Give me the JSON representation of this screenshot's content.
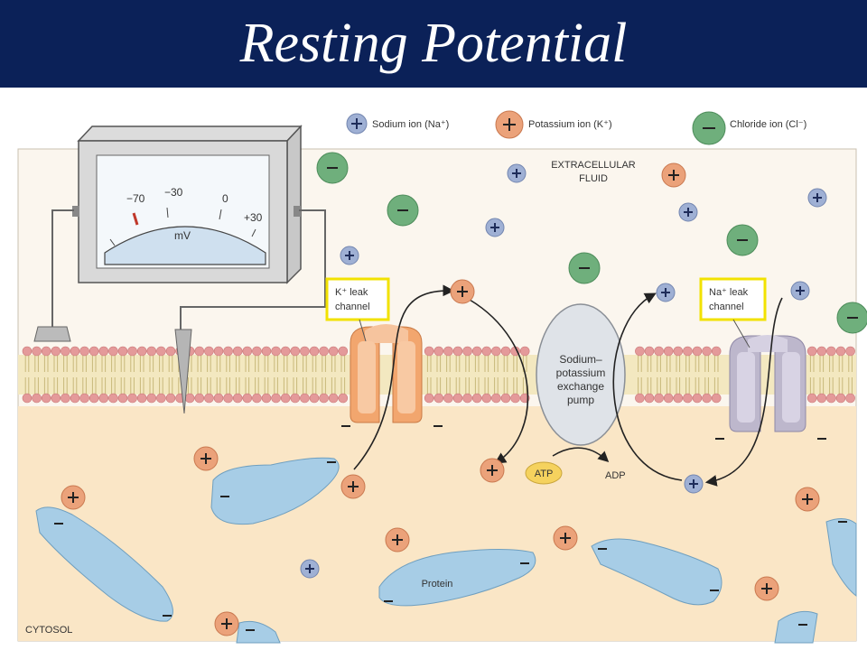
{
  "title": "Resting Potential",
  "legend": {
    "sodium": "Sodium ion (Na⁺)",
    "potassium": "Potassium ion (K⁺)",
    "chloride": "Chloride ion (Cl⁻)"
  },
  "labels": {
    "extracellular_line1": "EXTRACELLULAR",
    "extracellular_line2": "FLUID",
    "cytosol": "CYTOSOL",
    "protein": "Protein",
    "k_channel_line1": "K⁺ leak",
    "k_channel_line2": "channel",
    "na_channel_line1": "Na⁺ leak",
    "na_channel_line2": "channel",
    "pump_line1": "Sodium–",
    "pump_line2": "potassium",
    "pump_line3": "exchange",
    "pump_line4": "pump",
    "atp": "ATP",
    "adp": "ADP"
  },
  "meter": {
    "ticks": [
      "−70",
      "−30",
      "0",
      "+30"
    ],
    "unit": "mV"
  },
  "colors": {
    "banner": "#0b2158",
    "sodium": "#9fb0d4",
    "potassium": "#eba27a",
    "chloride": "#6faf7c",
    "protein": "#9cc6e0",
    "cytosol": "#fae6c6",
    "highlight": "#f2e200"
  }
}
